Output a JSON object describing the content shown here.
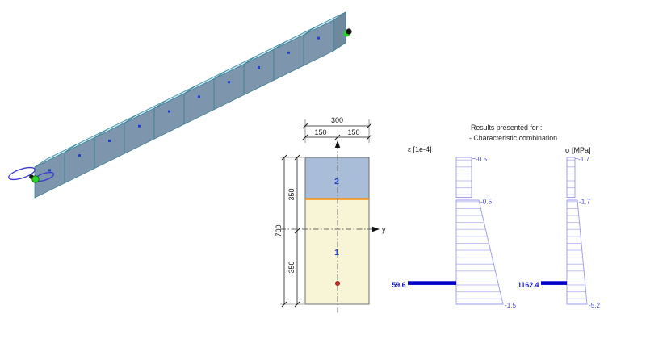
{
  "beam_view": {
    "segment_count": 10,
    "colors": {
      "top_face": "#c6edf4",
      "front_face": "#7e96ad",
      "end_face": "#6e889e",
      "edge": "#3e8195",
      "midpoint_dot": "#1f3fd4",
      "support_ring": "#3a3ad0",
      "node_green": "#2ad42a",
      "node_black": "#151515"
    }
  },
  "section": {
    "width_total_label": "300",
    "width_left_label": "150",
    "width_right_label": "150",
    "height_total_label": "700",
    "height_top_label": "350",
    "height_bottom_label": "350",
    "part_top_label": "2",
    "part_bottom_label": "1",
    "y_axis_label": "y",
    "colors": {
      "part_top": "#aabdd8",
      "part_bottom": "#f8f5d6",
      "interface_line": "#f5920f",
      "rebar_dot": "#d42a2a",
      "part_label": "#2244cc"
    }
  },
  "results": {
    "header_line1": "Results presented for :",
    "header_line2": "- Characteristic combination",
    "strain": {
      "title": "ε [1e-4]",
      "top_value": "-0.5",
      "interface_value": "-0.5",
      "bottom_value": "-1.5",
      "rebar_value": "59.6"
    },
    "stress": {
      "title": "σ [MPa]",
      "top_value": "-1.7",
      "interface_value": "-1.7",
      "bottom_value": "-5.2",
      "rebar_value": "1162.4"
    },
    "colors": {
      "outline": "#9898e8",
      "hatch": "#b0b0ee",
      "value_text": "#4444dd",
      "rebar_bar": "#0000cc",
      "rebar_label": "#1515cc"
    }
  }
}
